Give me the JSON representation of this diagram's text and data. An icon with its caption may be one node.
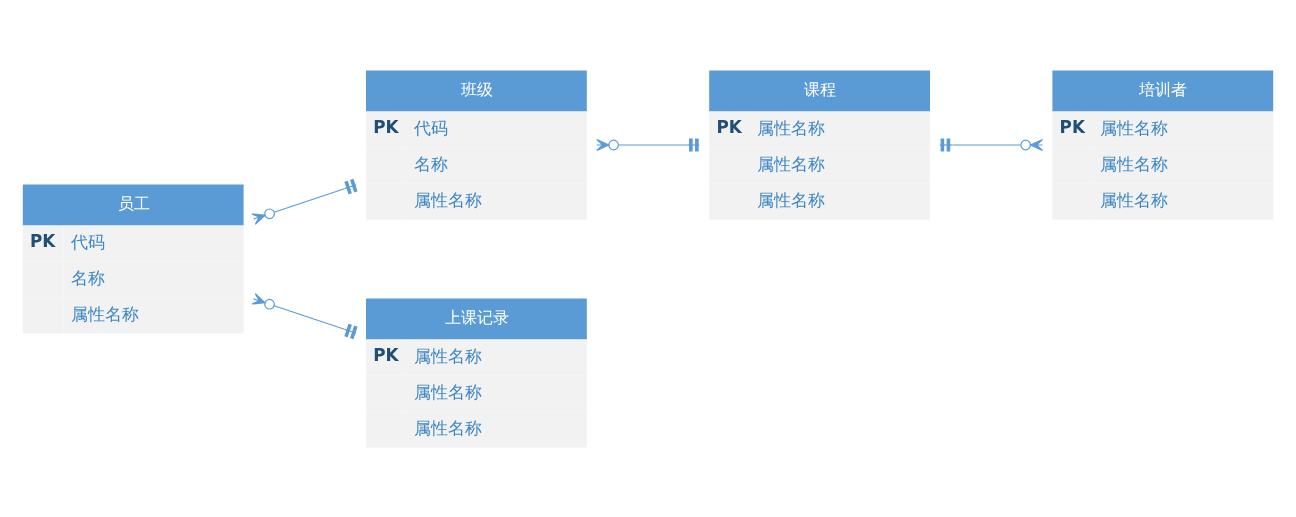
{
  "diagram": {
    "nodes": [
      {
        "text": [
          "员工",
          "PK",
          "代码",
          "名称",
          "属性名称"
        ]
      },
      {
        "text": [
          "班级",
          "PK",
          "代码",
          "名称",
          "属性名称"
        ]
      },
      {
        "text": [
          "课程",
          "PK",
          "属性名称",
          "属性名称",
          "属性名称"
        ]
      },
      {
        "text": [
          "培训者",
          "PK",
          "属性名称",
          "属性名称",
          "属性名称"
        ]
      },
      {
        "text": [
          "上课记录",
          "PK",
          "属性名称",
          "属性名称",
          "属性名称"
        ]
      }
    ],
    "edges": [
      {
        "from": 0,
        "to": 1,
        "arrow": "other"
      },
      {
        "from": 1,
        "to": 2,
        "arrow": "other"
      },
      {
        "from": 2,
        "to": 3,
        "arrow": "other"
      },
      {
        "from": 0,
        "to": 4,
        "arrow": "other"
      }
    ]
  }
}
